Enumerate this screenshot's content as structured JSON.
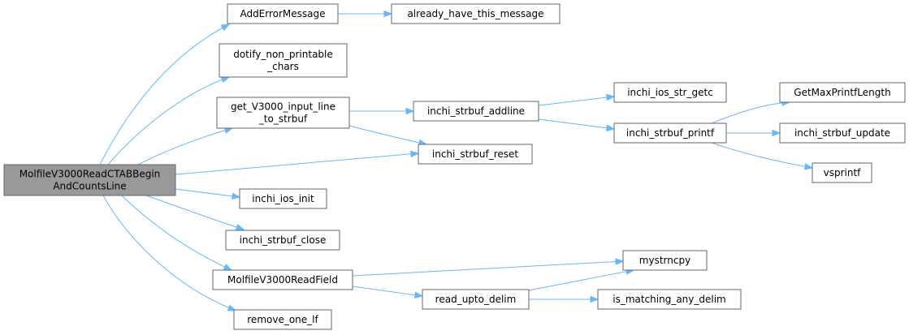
{
  "colors": {
    "edge": "#63b8ff",
    "root_fill": "#999999",
    "node_fill": "#ffffff",
    "node_border": "#666666"
  },
  "nodes": {
    "root": [
      "MolfileV3000ReadCTABBegin",
      "AndCountsLine"
    ],
    "add_error_message": [
      "AddErrorMessage"
    ],
    "already_have": [
      "already_have_this_message"
    ],
    "dotify": [
      "dotify_non_printable",
      "_chars"
    ],
    "get_v3000": [
      "get_V3000_input_line",
      "_to_strbuf"
    ],
    "strbuf_addline": [
      "inchi_strbuf_addline"
    ],
    "ios_str_getc": [
      "inchi_ios_str_getc"
    ],
    "strbuf_printf": [
      "inchi_strbuf_printf"
    ],
    "get_max_printf": [
      "GetMaxPrintfLength"
    ],
    "strbuf_update": [
      "inchi_strbuf_update"
    ],
    "vsprintf": [
      "vsprintf"
    ],
    "strbuf_reset": [
      "inchi_strbuf_reset"
    ],
    "ios_init": [
      "inchi_ios_init"
    ],
    "strbuf_close": [
      "inchi_strbuf_close"
    ],
    "read_field": [
      "MolfileV3000ReadField"
    ],
    "mystrncpy": [
      "mystrncpy"
    ],
    "read_upto_delim": [
      "read_upto_delim"
    ],
    "is_matching": [
      "is_matching_any_delim"
    ],
    "remove_one_lf": [
      "remove_one_lf"
    ]
  }
}
